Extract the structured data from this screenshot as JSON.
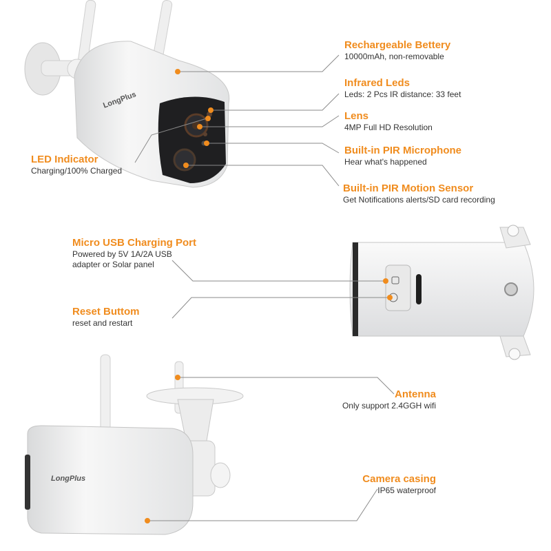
{
  "colors": {
    "accent": "#f08c1e",
    "text": "#333333",
    "line": "#8a8a8a"
  },
  "brand": "LongPlus",
  "features": [
    {
      "title": "Rechargeable Bettery",
      "desc": "10000mAh, non-removable"
    },
    {
      "title": "Infrared Leds",
      "desc": "Leds: 2 Pcs IR distance: 33 feet"
    },
    {
      "title": "Lens",
      "desc": "4MP Full HD Resolution"
    },
    {
      "title": "Built-in PIR Microphone",
      "desc": "Hear what's happened"
    },
    {
      "title": "Built-in PIR Motion Sensor",
      "desc": "Get Notifications alerts/SD card recording"
    },
    {
      "title": "LED Indicator",
      "desc": "Charging/100% Charged"
    },
    {
      "title": "Micro USB Charging Port",
      "desc_line1": "Powered by 5V 1A/2A USB",
      "desc_line2": "adapter or Solar panel"
    },
    {
      "title": "Reset Buttom",
      "desc": "reset and restart"
    },
    {
      "title": "Antenna",
      "desc": "Only support 2.4GGH wifi"
    },
    {
      "title": "Camera casing",
      "desc": "IP65 waterproof"
    }
  ]
}
